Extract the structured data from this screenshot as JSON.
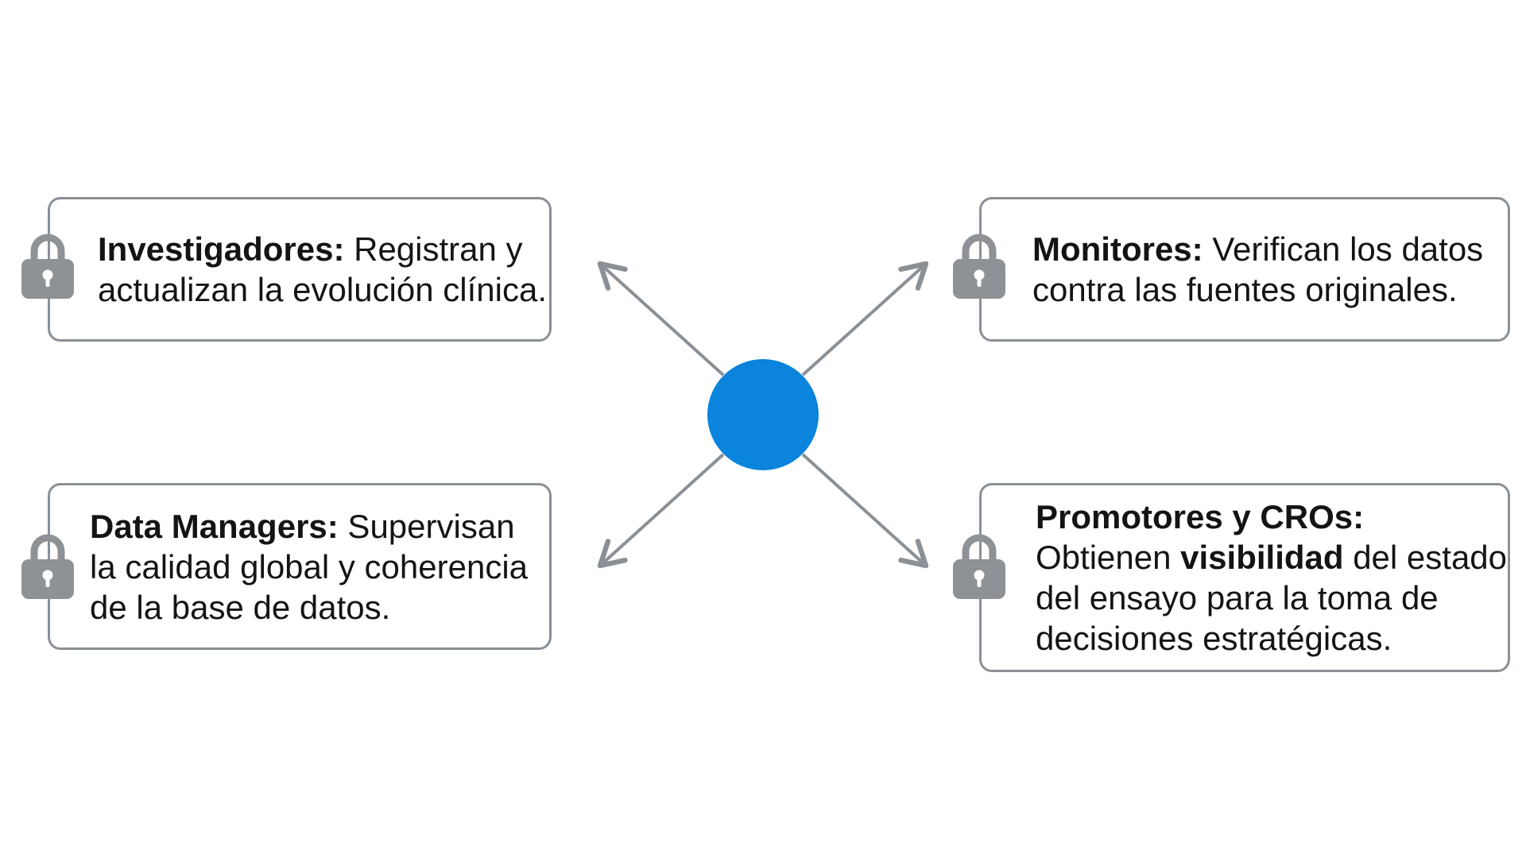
{
  "roles": [
    {
      "id": "investigadores",
      "role_label": "Investigadores:",
      "description": " Registran y actualizan la evolución clínica.",
      "icon": "lock-icon"
    },
    {
      "id": "monitores",
      "role_label": "Monitores:",
      "description": " Verifican los datos contra las fuentes originales.",
      "icon": "lock-icon"
    },
    {
      "id": "data-managers",
      "role_label": "Data Managers:",
      "description": " Supervisan la calidad global y coherencia de la base de datos.",
      "icon": "lock-icon"
    },
    {
      "id": "promotores",
      "role_label": "Promotores y CROs:",
      "description_pre": " Obtienen ",
      "emphasis": "visibilidad",
      "description_post": " del estado del ensayo para la toma de decisiones estratégicas.",
      "icon": "lock-icon"
    }
  ],
  "colors": {
    "hub": "#0a84dc",
    "arrows": "#8a9096",
    "card_border": "#8a9096",
    "lock": "#8e9296",
    "text": "#141414"
  }
}
